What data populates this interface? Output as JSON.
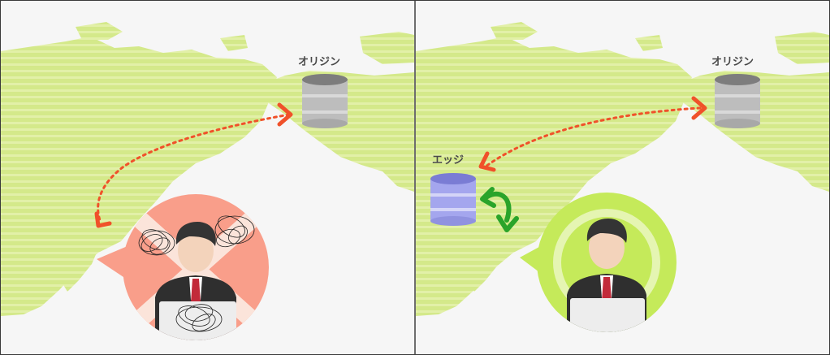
{
  "left_panel": {
    "origin_label": "オリジン",
    "icons": [
      "origin-server-icon",
      "stressed-user-icon",
      "long-path-arrow"
    ]
  },
  "right_panel": {
    "origin_label": "オリジン",
    "edge_label": "エッジ",
    "icons": [
      "origin-server-icon",
      "edge-server-icon",
      "happy-user-icon",
      "short-path-arrow"
    ]
  },
  "colors": {
    "map_land": "#d6ea8a",
    "origin_server": "#bdbdbd",
    "edge_server": "#a4a6ee",
    "dotted_path": "#f0512a",
    "stressed_bubble": "#f99e8a",
    "happy_bubble": "#c5ea5a",
    "short_arrow": "#2aa42a"
  }
}
